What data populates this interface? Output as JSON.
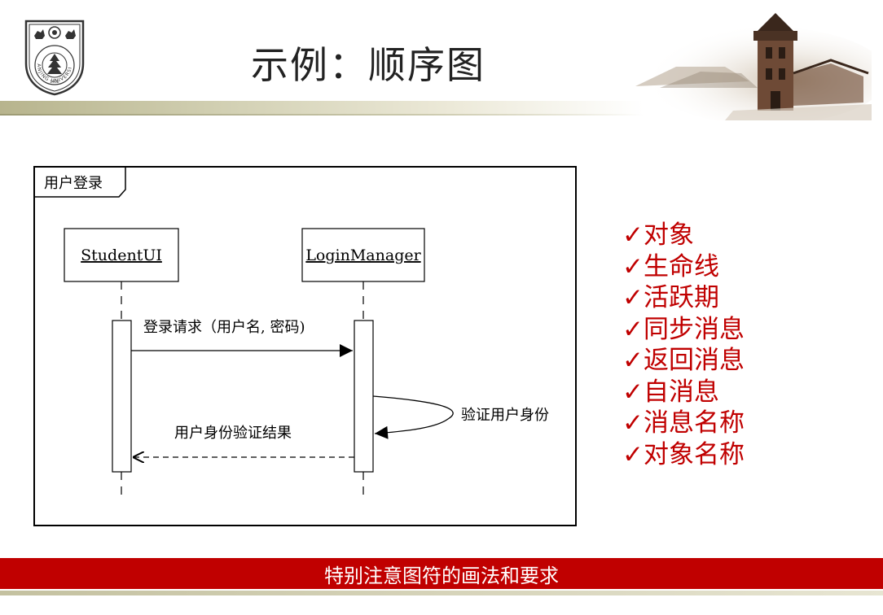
{
  "slide": {
    "title": "示例：顺序图",
    "logo_text": "NANJING UNIVERSITY",
    "logo_year": "1902"
  },
  "diagram": {
    "frame_label": "用户登录",
    "objects": [
      {
        "name": "StudentUI"
      },
      {
        "name": "LoginManager"
      }
    ],
    "messages": [
      {
        "label": "登录请求（用户名, 密码)",
        "kind": "sync"
      },
      {
        "label": "验证用户身份",
        "kind": "self"
      },
      {
        "label": "用户身份验证结果",
        "kind": "return"
      }
    ]
  },
  "checklist": {
    "items": [
      "✓对象",
      "✓生命线",
      "✓活跃期",
      "✓同步消息",
      "✓返回消息",
      "✓自消息",
      "✓消息名称",
      "✓对象名称"
    ]
  },
  "footer": {
    "text": "特别注意图符的画法和要求"
  },
  "colors": {
    "accent_red": "#c00000",
    "band_khaki": "#b7b48d"
  }
}
